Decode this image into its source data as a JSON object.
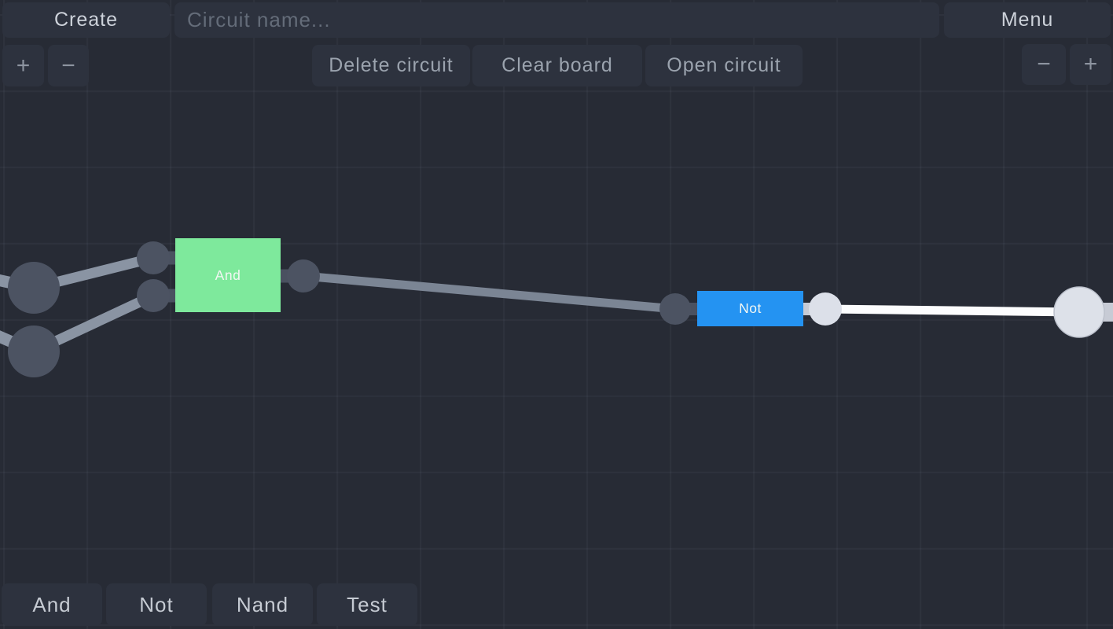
{
  "colors": {
    "background": "#272b35",
    "button_bg": "#2d323e",
    "gate_and": "#7ee99c",
    "gate_not": "#2493f2",
    "gate_label": "#f2f7f3",
    "node_dark": "#4c5362",
    "node_light": "#dce0e9",
    "terminal_light": "#dde1e9",
    "terminal_ring": "#bcc1cc",
    "stub_dark": "#4a5160",
    "stub_light": "#c7cbd5",
    "wire_gray": "#7b8594",
    "wire_gray_light": "#8a94a3",
    "wire_white": "#fcfdfe"
  },
  "top_bar": {
    "create_label": "Create",
    "circuit_name_placeholder": "Circuit name...",
    "circuit_name_value": "",
    "menu_label": "Menu"
  },
  "action_bar": {
    "zoom_in_label": "+",
    "zoom_out_label": "−",
    "delete_label": "Delete circuit",
    "clear_label": "Clear board",
    "open_label": "Open circuit"
  },
  "canvas": {
    "gates": [
      {
        "label": "And",
        "type": "and"
      },
      {
        "label": "Not",
        "type": "not"
      }
    ]
  },
  "component_bar": {
    "items": [
      "And",
      "Not",
      "Nand",
      "Test"
    ]
  }
}
